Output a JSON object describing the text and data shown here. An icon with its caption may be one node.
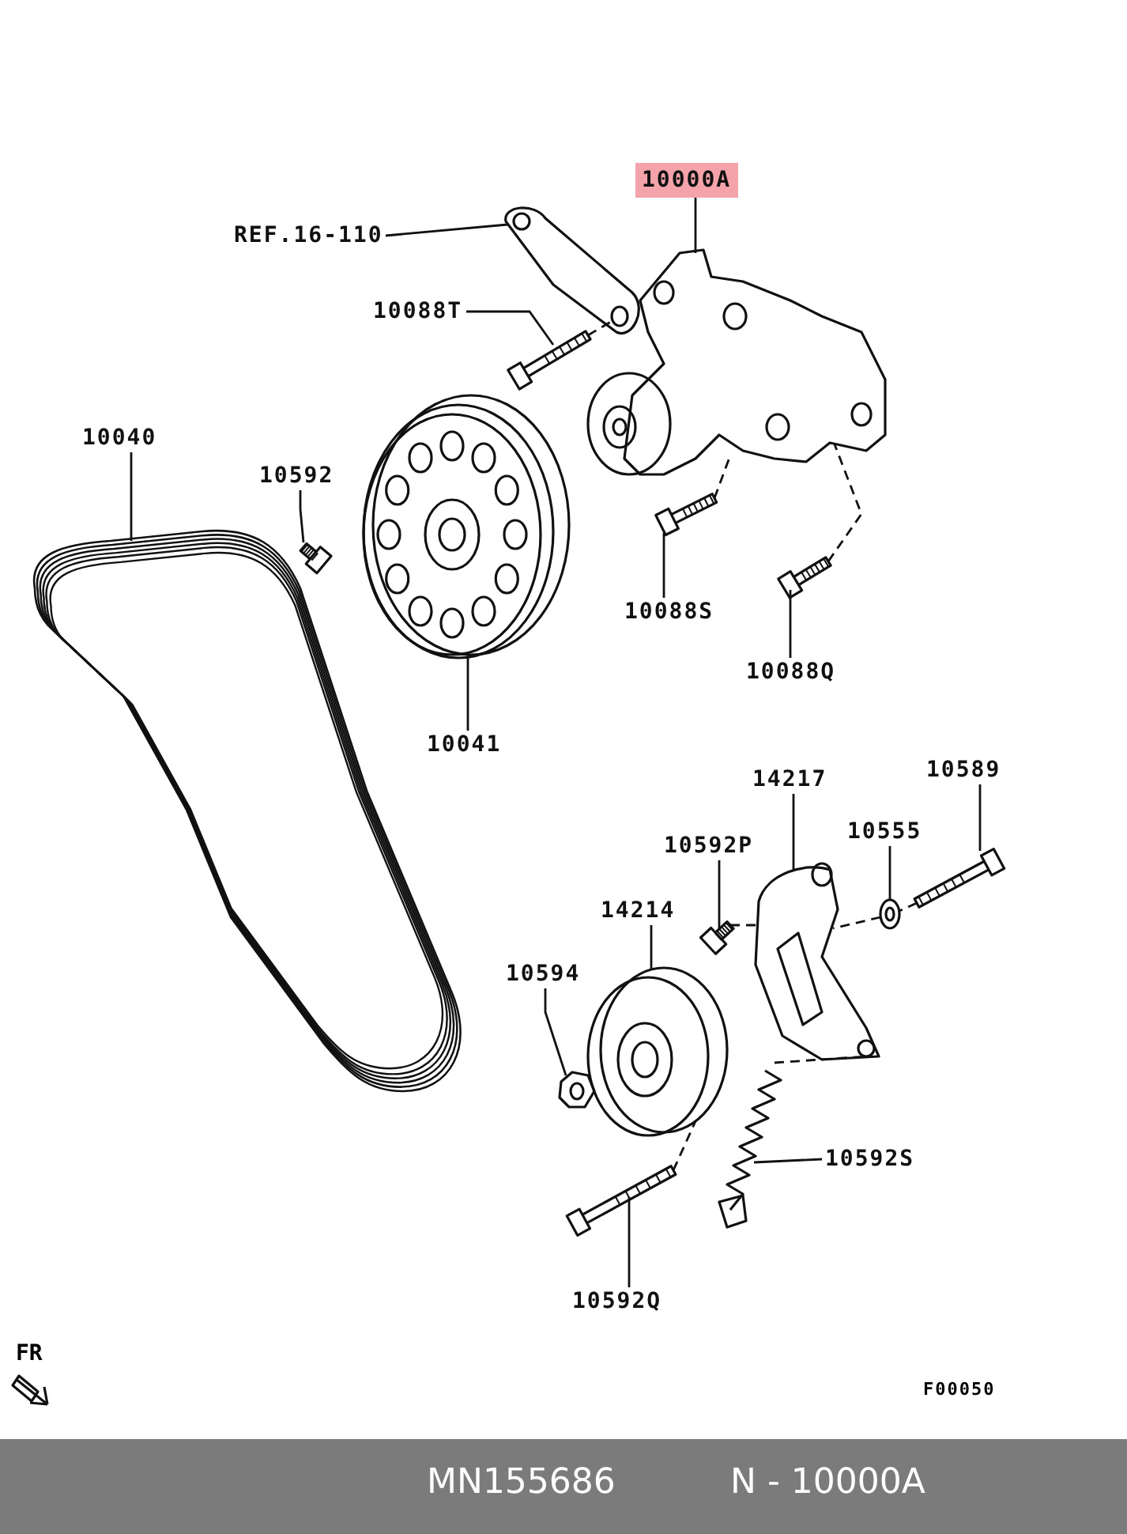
{
  "diagram": {
    "nodes": [
      {
        "text": [
          "10000A"
        ]
      },
      {
        "text": [
          "REF.16-110"
        ]
      },
      {
        "text": [
          "10088T"
        ]
      },
      {
        "text": [
          "10040"
        ]
      },
      {
        "text": [
          "10592"
        ]
      },
      {
        "text": [
          "10041"
        ]
      },
      {
        "text": [
          "10088S"
        ]
      },
      {
        "text": [
          "10088Q"
        ]
      },
      {
        "text": [
          "14217"
        ]
      },
      {
        "text": [
          "10589"
        ]
      },
      {
        "text": [
          "10592P"
        ]
      },
      {
        "text": [
          "10555"
        ]
      },
      {
        "text": [
          "14214"
        ]
      },
      {
        "text": [
          "10594"
        ]
      },
      {
        "text": [
          "10592S"
        ]
      },
      {
        "text": [
          "10592Q"
        ]
      },
      {
        "text": [],
        "shape": "picture"
      },
      {
        "text": [],
        "shape": "picture"
      },
      {
        "text": [],
        "shape": "picture"
      },
      {
        "text": [],
        "shape": "picture"
      },
      {
        "text": [],
        "shape": "picture"
      },
      {
        "text": [],
        "shape": "picture"
      },
      {
        "text": [],
        "shape": "picture"
      },
      {
        "text": [],
        "shape": "picture"
      },
      {
        "text": [],
        "shape": "picture"
      },
      {
        "text": [],
        "shape": "picture"
      },
      {
        "text": [],
        "shape": "picture"
      },
      {
        "text": [],
        "shape": "picture"
      },
      {
        "text": [],
        "shape": "picture"
      },
      {
        "text": [],
        "shape": "picture"
      },
      {
        "text": [],
        "shape": "picture"
      },
      {
        "text": [],
        "shape": "picture"
      }
    ],
    "edges": [
      {
        "from": 0,
        "to": 16,
        "arrow": "none"
      },
      {
        "from": 1,
        "to": 17,
        "arrow": "none"
      },
      {
        "from": 2,
        "to": 18,
        "arrow": "none"
      },
      {
        "from": 3,
        "to": 19,
        "arrow": "none"
      },
      {
        "from": 4,
        "to": 20,
        "arrow": "none"
      },
      {
        "from": 5,
        "to": 21,
        "arrow": "none"
      },
      {
        "from": 6,
        "to": 22,
        "arrow": "none"
      },
      {
        "from": 7,
        "to": 23,
        "arrow": "none"
      },
      {
        "from": 8,
        "to": 24,
        "arrow": "none"
      },
      {
        "from": 9,
        "to": 25,
        "arrow": "none"
      },
      {
        "from": 10,
        "to": 26,
        "arrow": "none"
      },
      {
        "from": 11,
        "to": 27,
        "arrow": "none"
      },
      {
        "from": 12,
        "to": 28,
        "arrow": "none"
      },
      {
        "from": 13,
        "to": 29,
        "arrow": "none"
      },
      {
        "from": 14,
        "to": 30,
        "arrow": "none"
      },
      {
        "from": 15,
        "to": 31,
        "arrow": "none"
      },
      {
        "from": 18,
        "to": 17,
        "arrow": "none",
        "style": "dashed"
      },
      {
        "from": 22,
        "to": 16,
        "arrow": "none",
        "style": "dashed"
      },
      {
        "from": 23,
        "to": 16,
        "arrow": "none",
        "style": "dashed"
      },
      {
        "from": 25,
        "to": 27,
        "arrow": "none",
        "style": "dashed"
      },
      {
        "from": 27,
        "to": 24,
        "arrow": "none",
        "style": "dashed"
      },
      {
        "from": 26,
        "to": 24,
        "arrow": "none",
        "style": "dashed"
      },
      {
        "from": 31,
        "to": 28,
        "arrow": "none",
        "style": "dashed"
      },
      {
        "from": 30,
        "to": 24,
        "arrow": "none",
        "style": "dashed"
      }
    ],
    "labels": [
      "FR",
      "F00050",
      "MN155686",
      "N - 10000A"
    ]
  }
}
